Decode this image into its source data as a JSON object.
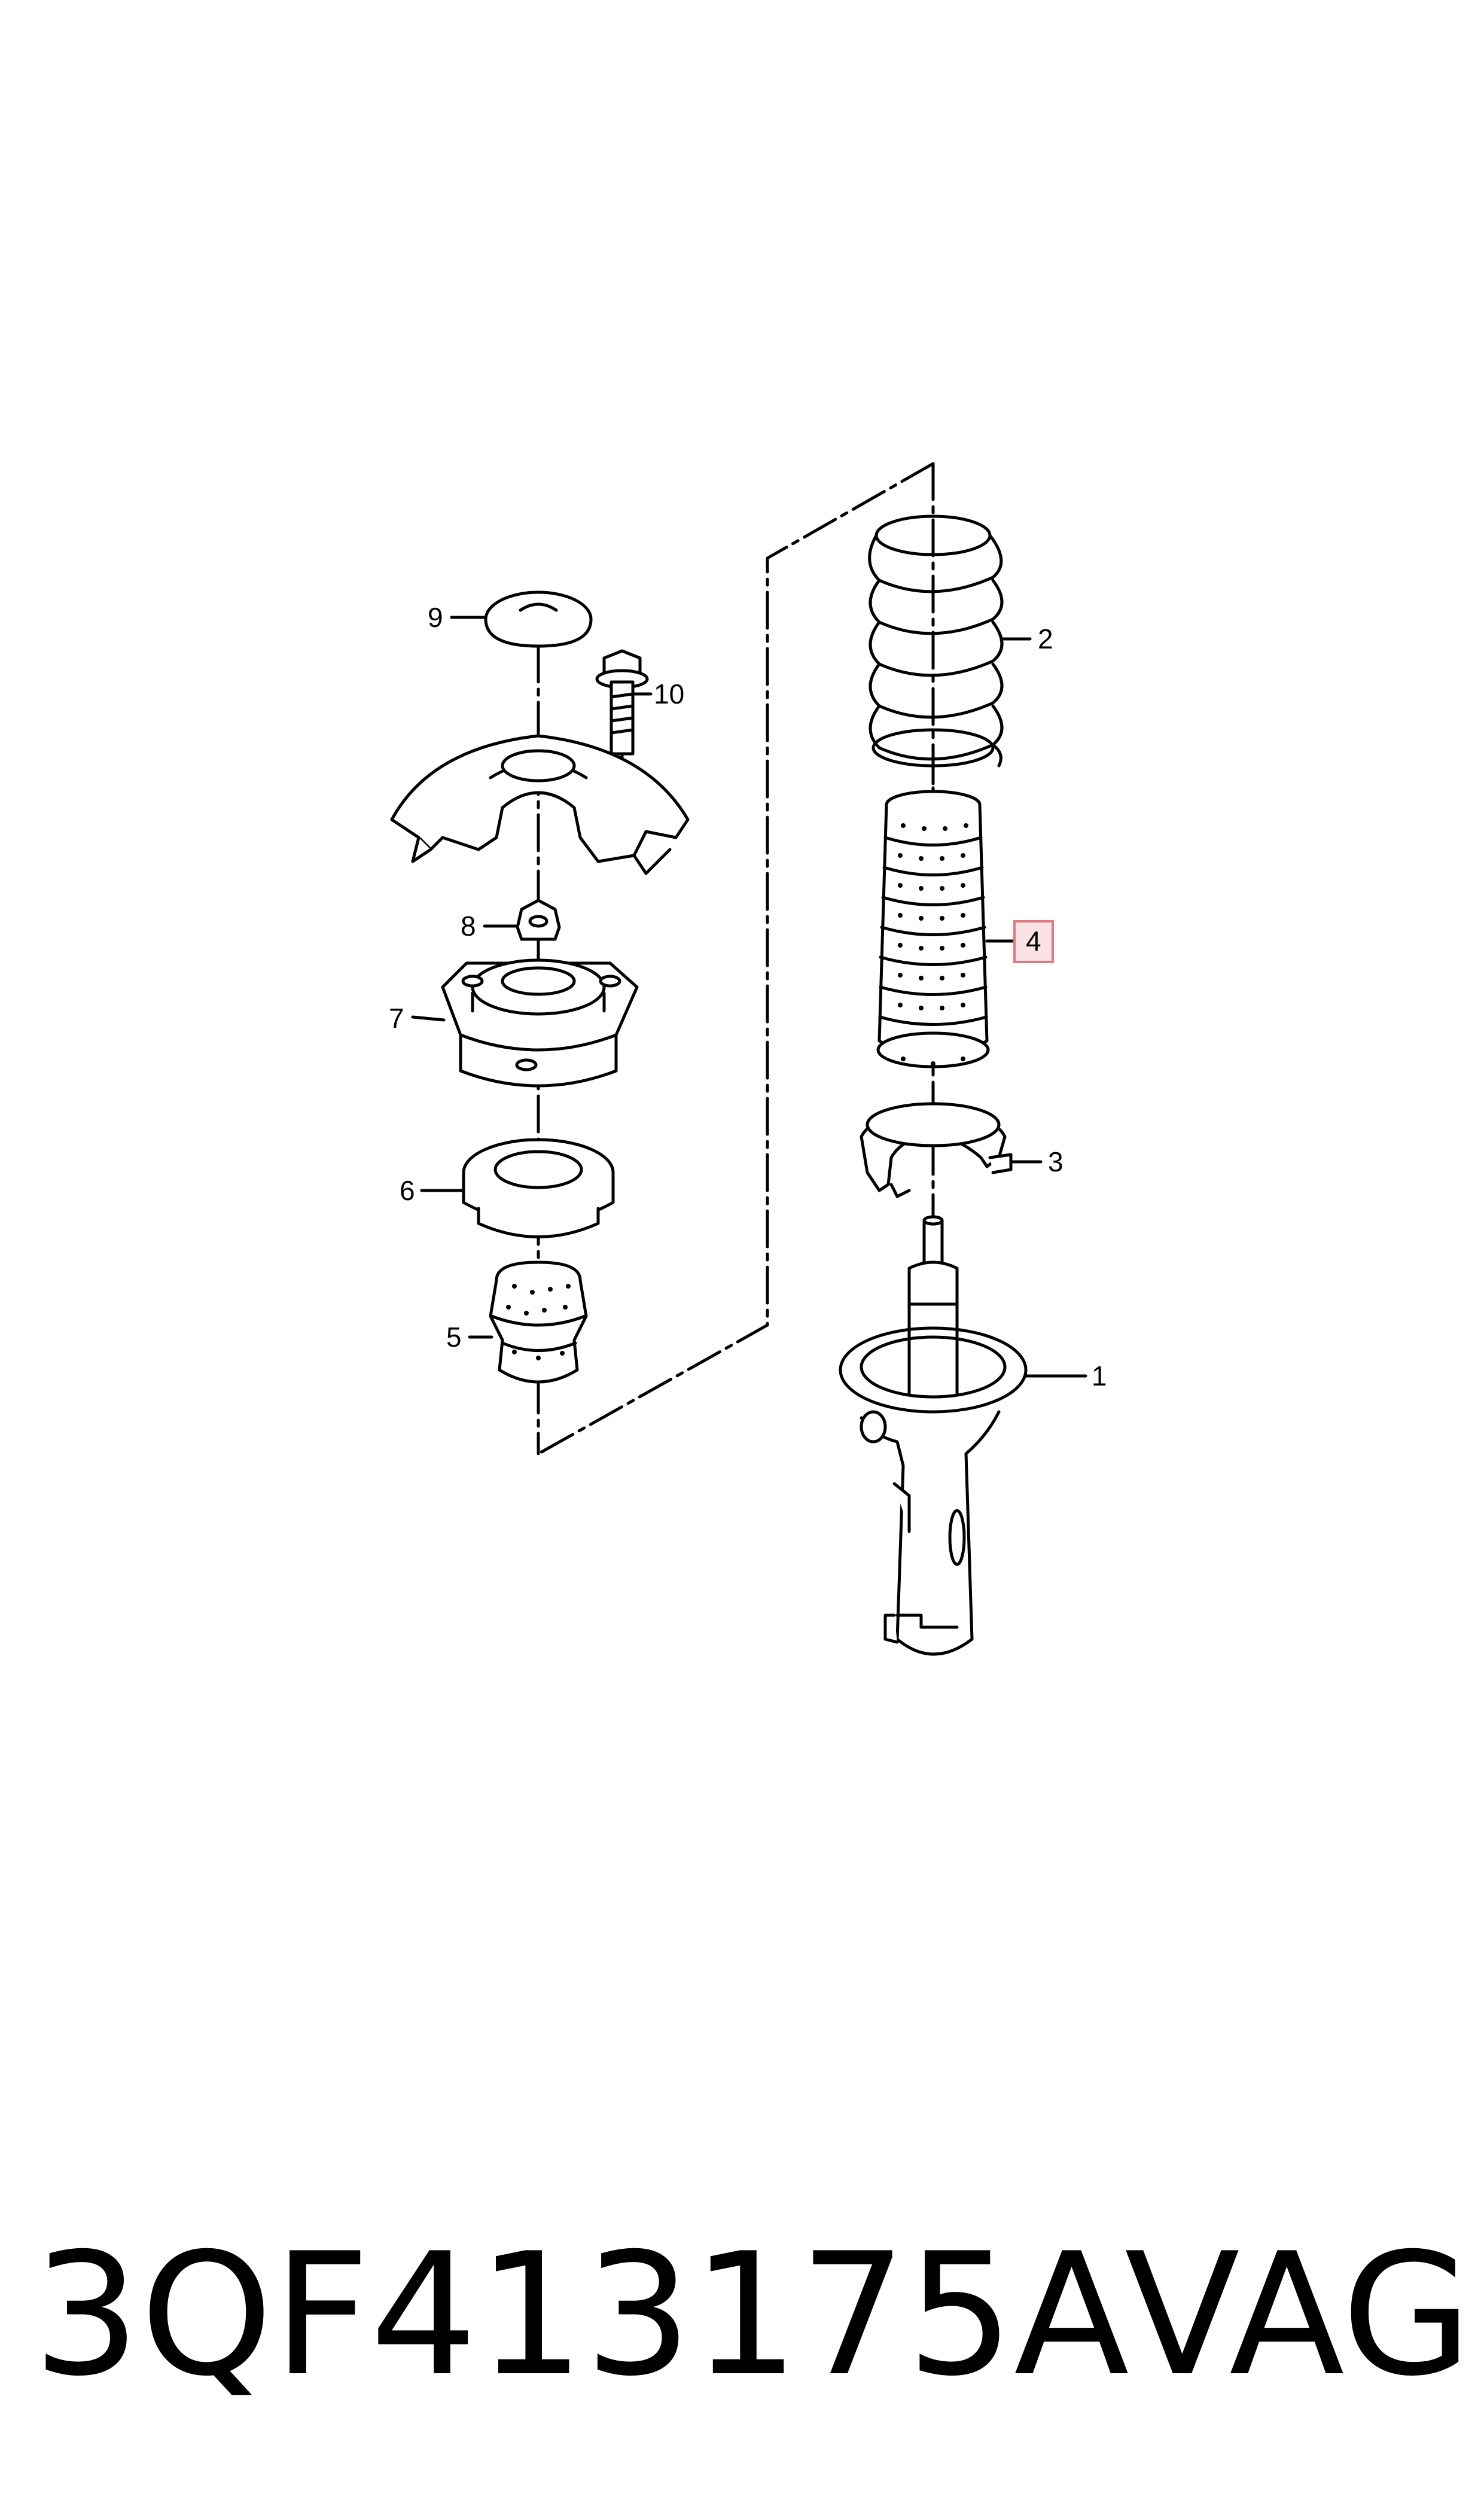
{
  "diagram": {
    "callouts": [
      {
        "id": "1",
        "label": "1"
      },
      {
        "id": "2",
        "label": "2"
      },
      {
        "id": "3",
        "label": "3"
      },
      {
        "id": "4",
        "label": "4",
        "highlighted": true
      },
      {
        "id": "5",
        "label": "5"
      },
      {
        "id": "6",
        "label": "6"
      },
      {
        "id": "7",
        "label": "7"
      },
      {
        "id": "8",
        "label": "8"
      },
      {
        "id": "9",
        "label": "9"
      },
      {
        "id": "10",
        "label": "10"
      }
    ],
    "highlight_color": "#e07a80",
    "highlight_fill": "#fbe3e5",
    "line_color": "#000000"
  },
  "footer": {
    "part_number": "3QF413175A",
    "brand": "VAG"
  }
}
